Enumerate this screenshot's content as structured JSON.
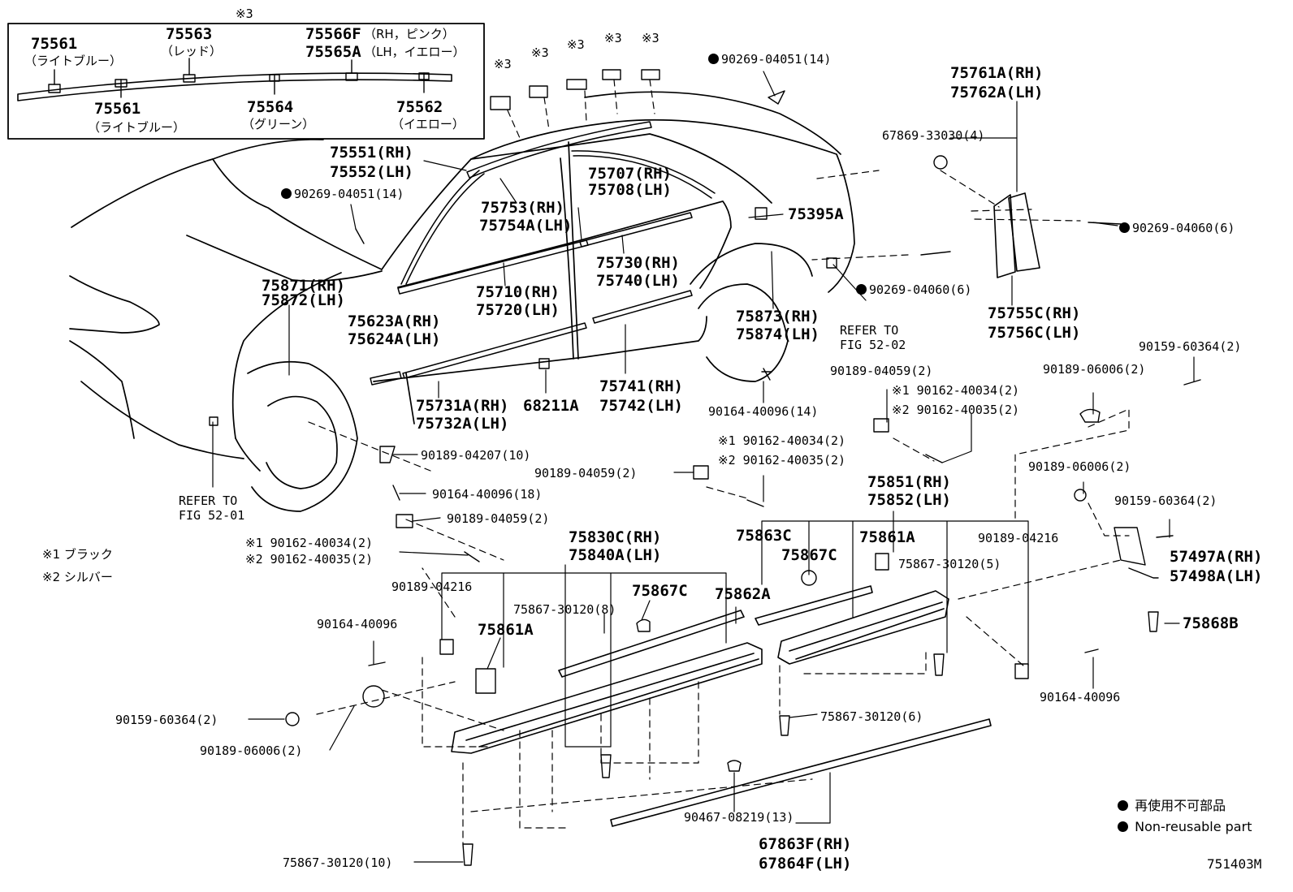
{
  "diagram_id": "751403M",
  "mark3": "※3",
  "inset": {
    "p75561a": "75561",
    "p75561a_c": "（ライトブルー）",
    "p75563": "75563",
    "p75563_c": "（レッド）",
    "p75566f": "75566F",
    "p75566f_c": "（RH，ピンク）",
    "p75565a": "75565A",
    "p75565a_c": "（LH，イエロー）",
    "p75561b": "75561",
    "p75561b_c": "（ライトブルー）",
    "p75564": "75564",
    "p75564_c": "（グリーン）",
    "p75562": "75562",
    "p75562_c": "（イエロー）"
  },
  "parts": {
    "p90269_04051_14_top": "90269-04051(14)",
    "p75761a": "75761A(RH)",
    "p75762a": "75762A(LH)",
    "p67869": "67869-33030(4)",
    "p75551": "75551(RH)",
    "p75552": "75552(LH)",
    "p75707": "75707(RH)",
    "p75708": "75708(LH)",
    "p90269_04051_14_left": "90269-04051(14)",
    "p75753": "75753(RH)",
    "p75754a": "75754A(LH)",
    "p75395a": "75395A",
    "p90269_04060_6_r": "90269-04060(6)",
    "p75730": "75730(RH)",
    "p75740": "75740(LH)",
    "p90269_04060_6_m": "90269-04060(6)",
    "p75871": "75871(RH)",
    "p75872": "75872(LH)",
    "p75710": "75710(RH)",
    "p75720": "75720(LH)",
    "p75873": "75873(RH)",
    "p75874": "75874(LH)",
    "refer_52_02_a": "REFER TO",
    "refer_52_02_b": "FIG 52-02",
    "p75755c": "75755C(RH)",
    "p75756c": "75756C(LH)",
    "p75623a": "75623A(RH)",
    "p75624a": "75624A(LH)",
    "p90159_60364_2_tr": "90159-60364(2)",
    "p90189_04059_2_tr": "90189-04059(2)",
    "p90189_06006_2_tr": "90189-06006(2)",
    "p75741": "75741(RH)",
    "p75742": "75742(LH)",
    "p90162_40034_tr": "90162-40034(2)",
    "p90162_40035_tr": "90162-40035(2)",
    "p75731a": "75731A(RH)",
    "p75732a": "75732A(LH)",
    "p68211a": "68211A",
    "p90164_40096_14": "90164-40096(14)",
    "p90162_40034_mid": "90162-40034(2)",
    "p90162_40035_mid": "90162-40035(2)",
    "p90189_04207_10": "90189-04207(10)",
    "p90189_04059_2_mid": "90189-04059(2)",
    "p75851": "75851(RH)",
    "p75852": "75852(LH)",
    "p90189_06006_2_r": "90189-06006(2)",
    "refer_52_01_a": "REFER TO",
    "refer_52_01_b": "FIG 52-01",
    "p90164_40096_18": "90164-40096(18)",
    "p90159_60364_2_r": "90159-60364(2)",
    "p90189_04059_2_l": "90189-04059(2)",
    "p75863c": "75863C",
    "p75861a_r": "75861A",
    "p90189_04216_r": "90189-04216",
    "p75867c_r": "75867C",
    "p57497a": "57497A(RH)",
    "p57498a": "57498A(LH)",
    "p90162_40034_l": "90162-40034(2)",
    "p90162_40035_l": "90162-40035(2)",
    "p75830c": "75830C(RH)",
    "p75840a": "75840A(LH)",
    "p75867_30120_5": "75867-30120(5)",
    "p90189_04216_l": "90189-04216",
    "p75867c_l": "75867C",
    "p75862a": "75862A",
    "p75867_30120_8": "75867-30120(8)",
    "p90164_40096_l": "90164-40096",
    "p75861a_l": "75861A",
    "p75868b": "75868B",
    "p90164_40096_r": "90164-40096",
    "p75867_30120_6": "75867-30120(6)",
    "p90159_60364_2_l": "90159-60364(2)",
    "p90189_06006_2_l": "90189-06006(2)",
    "p90467_08219_13": "90467-08219(13)",
    "p67863f": "67863F(RH)",
    "p67864f": "67864F(LH)",
    "p75867_30120_10": "75867-30120(10)"
  },
  "notes": {
    "m1": "※1",
    "m2": "※2",
    "note1": "※1 ブラック",
    "note2": "※2 シルバー"
  },
  "legend": {
    "jp": "再使用不可部品",
    "en": "Non-reusable part"
  }
}
